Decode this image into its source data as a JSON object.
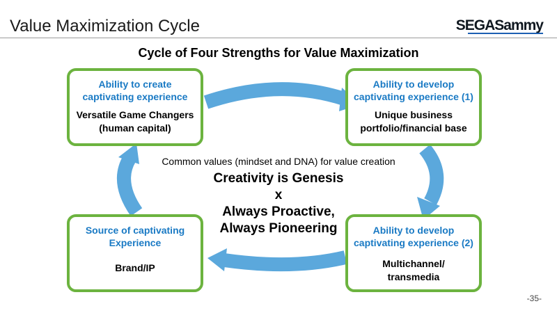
{
  "header": {
    "title": "Value Maximization Cycle",
    "logo_left": "SEGA",
    "logo_right": "Sammy"
  },
  "diagram": {
    "title": "Cycle of Four Strengths for Value Maximization",
    "center": {
      "caption": "Common values (mindset and DNA) for value creation",
      "line1": "Creativity is Genesis",
      "line2": "x",
      "line3": "Always Proactive,",
      "line4": "Always Pioneering"
    },
    "boxes": {
      "top_left": {
        "heading_1": "Ability to create",
        "heading_2": "captivating experience",
        "body_1": "Versatile Game Changers",
        "body_2": "(human capital)"
      },
      "top_right": {
        "heading_1": "Ability to develop",
        "heading_2": "captivating experience (1)",
        "body_1": "Unique business",
        "body_2": "portfolio/financial base"
      },
      "bottom_right": {
        "heading_1": "Ability to develop",
        "heading_2": "captivating experience (2)",
        "body_1": "Multichannel/",
        "body_2": "transmedia"
      },
      "bottom_left": {
        "heading_1": "Source of captivating",
        "heading_2": "Experience",
        "body_1": "Brand/IP"
      }
    },
    "colors": {
      "box_border": "#6cb33f",
      "heading": "#1a7ac4",
      "arrow": "#5ba8dc"
    }
  },
  "footer": {
    "page_number": "-35-"
  }
}
